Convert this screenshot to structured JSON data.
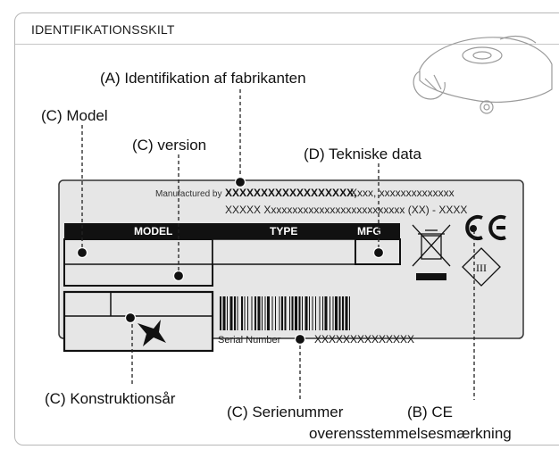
{
  "header": {
    "title": "IDENTIFIKATIONSSKILT"
  },
  "callouts": {
    "manufacturer": "(A) Identifikation af fabrikanten",
    "model": "(C) Model",
    "version": "(C) version",
    "technical": "(D) Tekniske data",
    "year": "(C) Konstruktionsår",
    "serial": "(C) Serienummer",
    "ce_line1": "(B) CE",
    "ce_line2": "overensstemmelsesmærkning"
  },
  "plate": {
    "manufactured_by": "Manufactured by",
    "manufacturer_bold": "XXXXXXXXXXXXXXXXXX,",
    "manufacturer_rest": "Xxxx, xxxxxxxxxxxxxx",
    "address": "XXXXX Xxxxxxxxxxxxxxxxxxxxxxxxxx (XX) - XXXX",
    "col_model": "MODEL",
    "col_type": "TYPE",
    "col_mfg": "MFG",
    "ce_mark": "CE",
    "class_mark": "III",
    "serial_label": "Serial Number",
    "serial_value": "XXXXXXXXXXXXXX"
  },
  "icons": [
    "weee-crossed-bin-icon",
    "ce-mark-icon",
    "class-iii-diamond-icon",
    "sea-scooter-illustration",
    "barcode"
  ]
}
